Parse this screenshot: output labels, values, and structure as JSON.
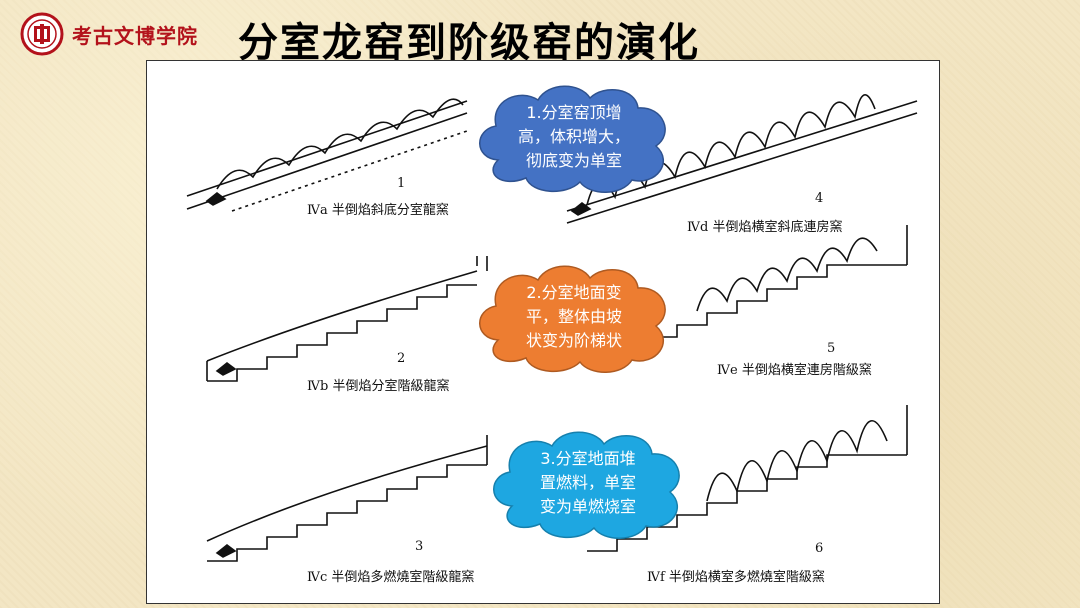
{
  "header": {
    "school_name": "考古文博学院",
    "title": "分室龙窑到阶级窑的演化"
  },
  "figure": {
    "panels": [
      {
        "number": "1",
        "caption": "Ⅳa 半倒焰斜底分室龍窯"
      },
      {
        "number": "2",
        "caption": "Ⅳb 半倒焰分室階級龍窯"
      },
      {
        "number": "3",
        "caption": "Ⅳc 半倒焰多燃燒室階級龍窯"
      },
      {
        "number": "4",
        "caption": "Ⅳd 半倒焰横室斜底連房窯"
      },
      {
        "number": "5",
        "caption": "Ⅳe 半倒焰横室連房階級窯"
      },
      {
        "number": "6",
        "caption": "Ⅳf 半倒焰横室多燃燒室階級窯"
      }
    ]
  },
  "callouts": [
    {
      "text": "1.分室窑顶增\n高，体积增大，\n彻底变为单室",
      "color": "#4472c4"
    },
    {
      "text": "2.分室地面变\n平，整体由坡\n状变为阶梯状",
      "color": "#ed7d31"
    },
    {
      "text": "3.分室地面堆\n置燃料，单室\n变为单燃烧室",
      "color": "#1ea7e1"
    }
  ]
}
